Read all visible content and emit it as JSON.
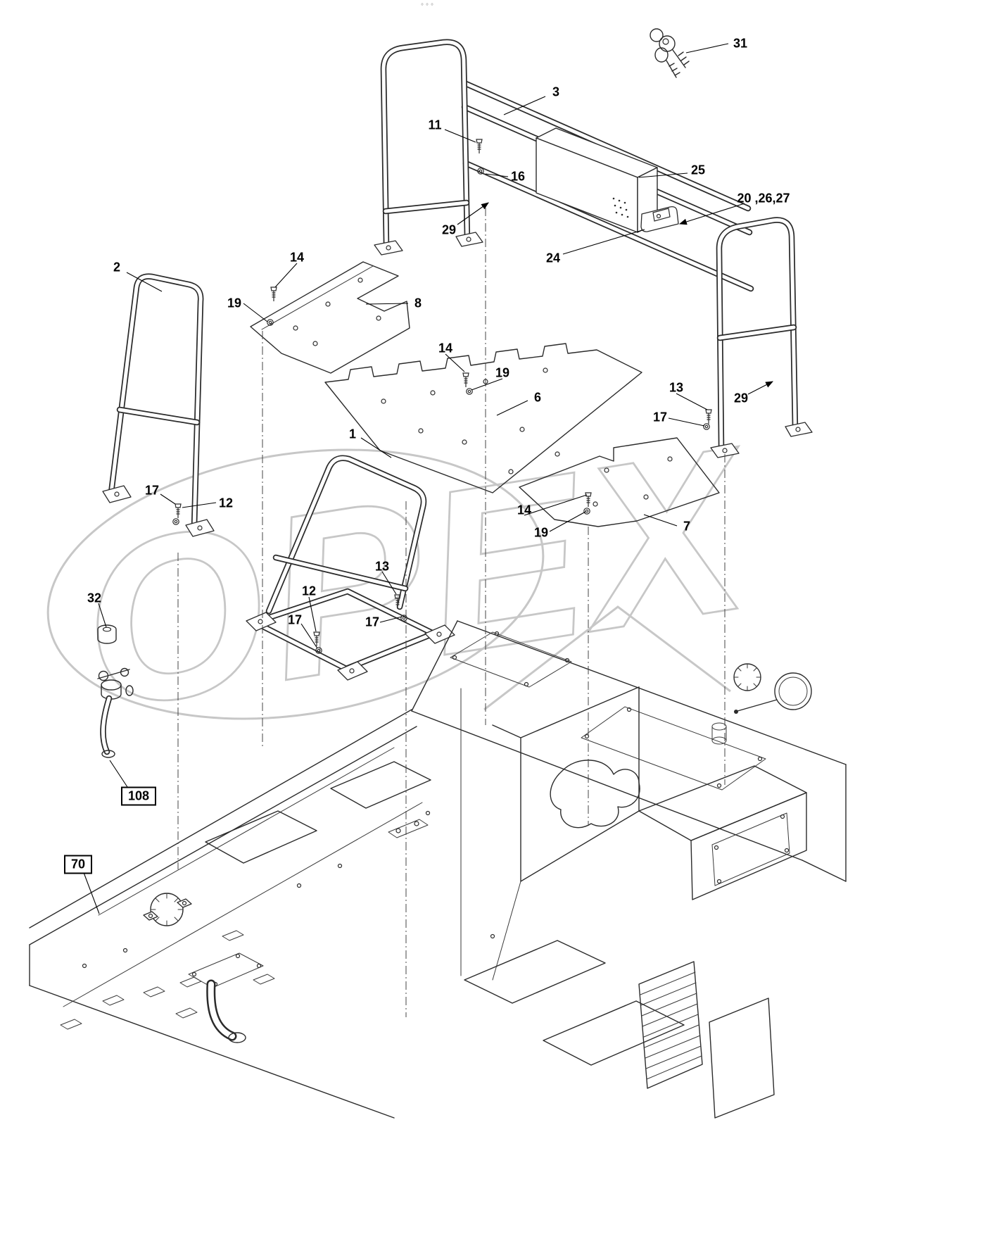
{
  "page": {
    "top_mark": "°°°"
  },
  "watermark": {
    "text": "OPEX",
    "color": "#c7c7c7"
  },
  "colors": {
    "line": "#2b2b2b",
    "callout": "#000000"
  },
  "callouts": [
    {
      "text": "31"
    },
    {
      "text": "3"
    },
    {
      "text": "11"
    },
    {
      "text": "16"
    },
    {
      "text": "25"
    },
    {
      "text": "20 ,26,27"
    },
    {
      "text": "29"
    },
    {
      "text": "24"
    },
    {
      "text": "2"
    },
    {
      "text": "14"
    },
    {
      "text": "19"
    },
    {
      "text": "8"
    },
    {
      "text": "14"
    },
    {
      "text": "19"
    },
    {
      "text": "6"
    },
    {
      "text": "13"
    },
    {
      "text": "17"
    },
    {
      "text": "29"
    },
    {
      "text": "1"
    },
    {
      "text": "17"
    },
    {
      "text": "12"
    },
    {
      "text": "14"
    },
    {
      "text": "19"
    },
    {
      "text": "7"
    },
    {
      "text": "13"
    },
    {
      "text": "12"
    },
    {
      "text": "17"
    },
    {
      "text": "17"
    },
    {
      "text": "32"
    },
    {
      "text": "108"
    },
    {
      "text": "70"
    }
  ]
}
